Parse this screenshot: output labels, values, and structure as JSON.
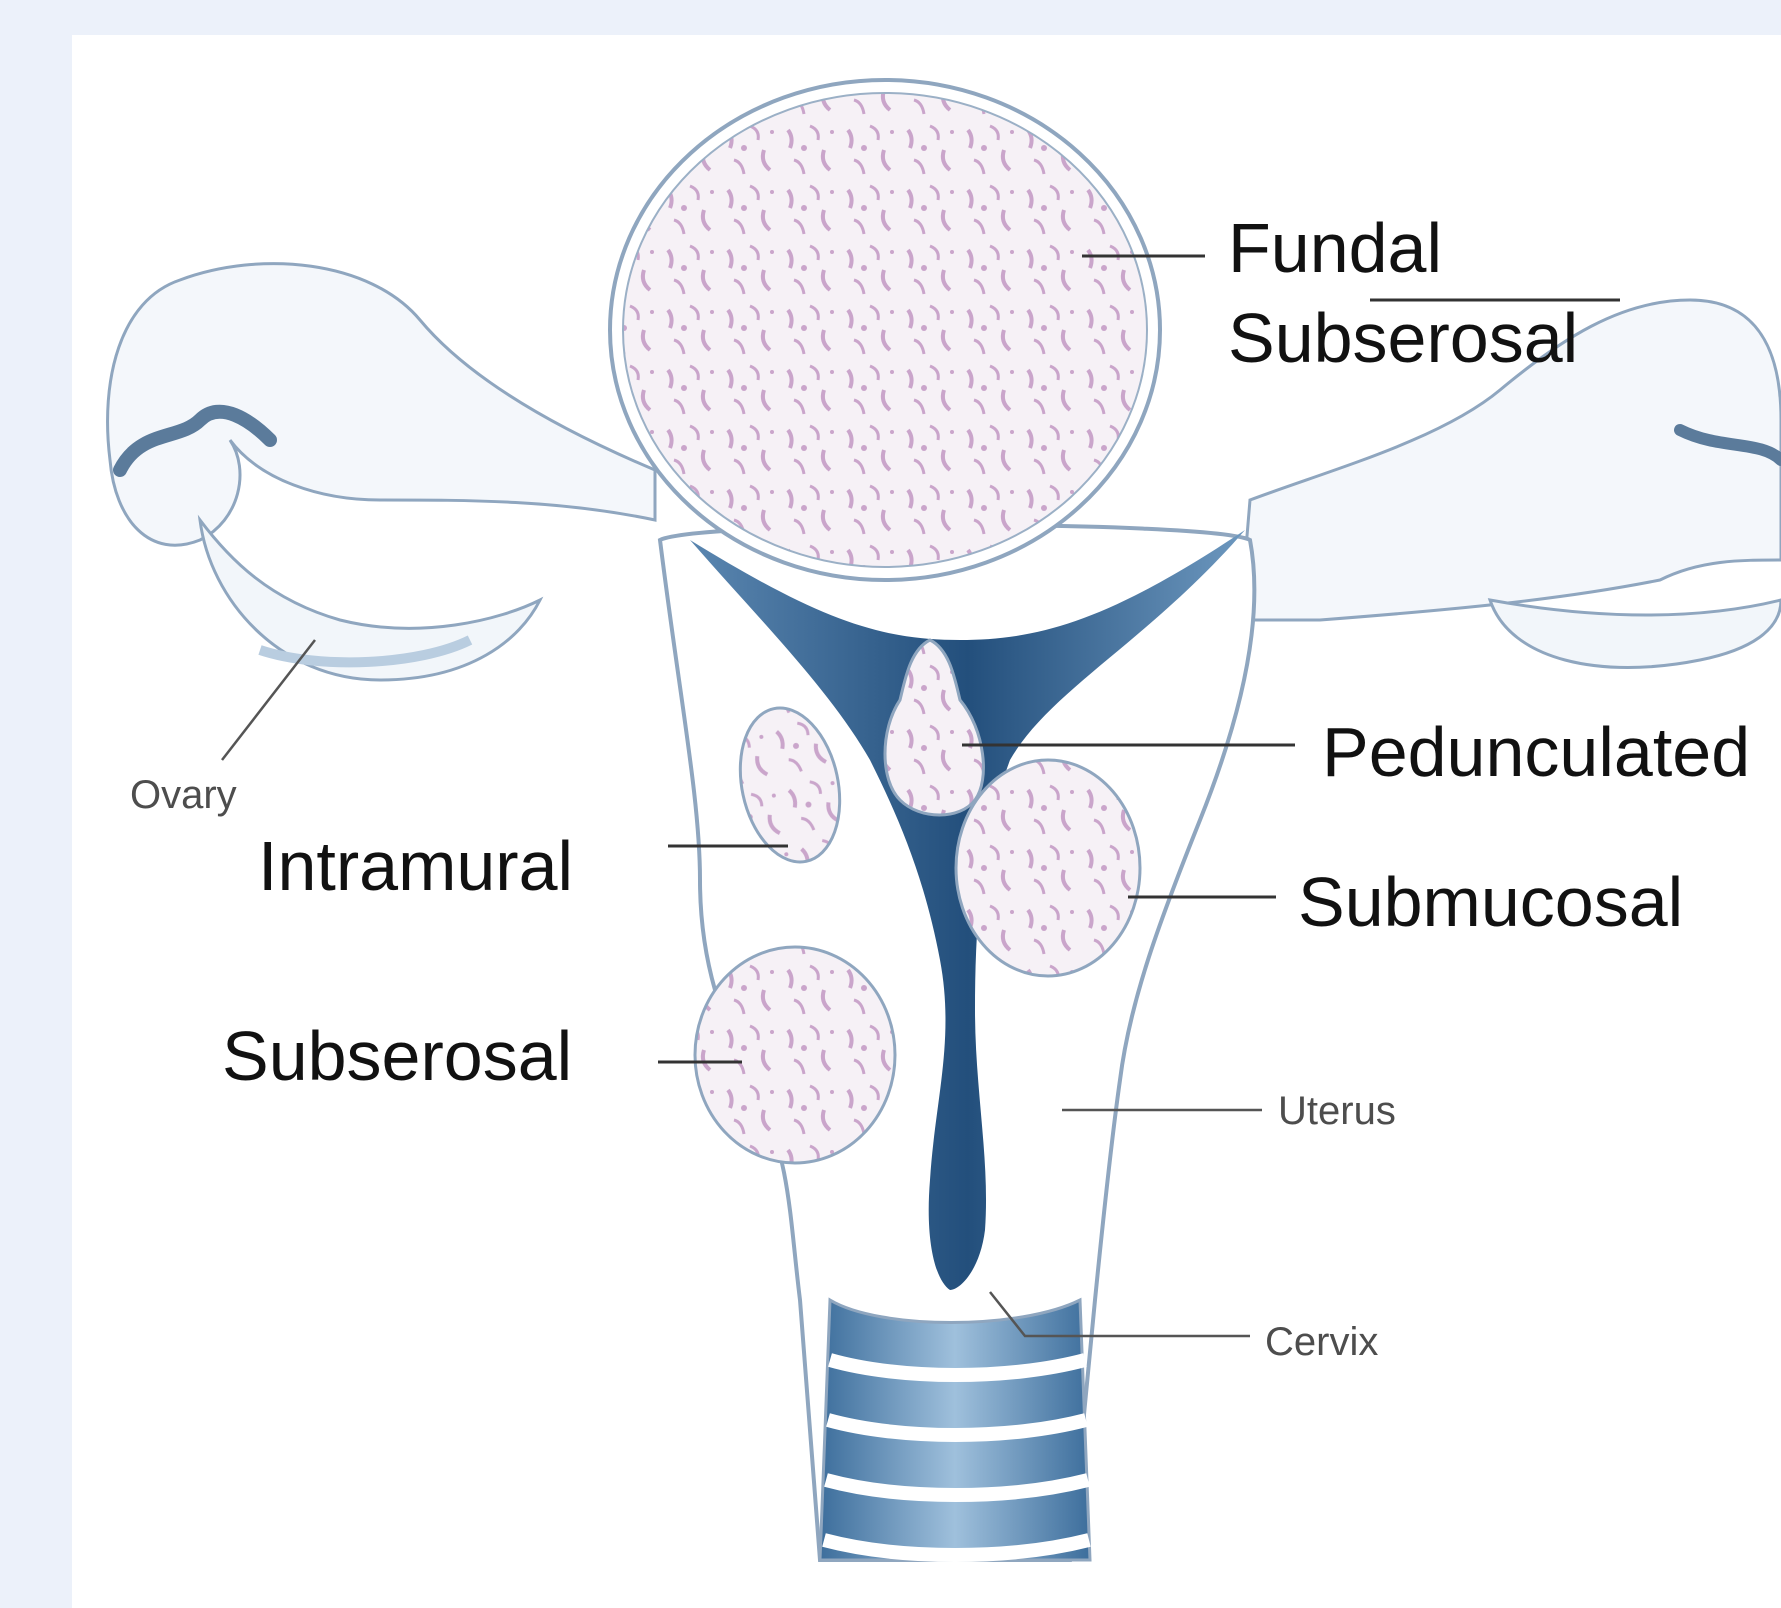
{
  "labels": {
    "fundal_line1": "Fundal",
    "fundal_line2": "Subserosal",
    "pedunculated": "Pedunculated",
    "submucosal": "Submucosal",
    "intramural": "Intramural",
    "subserosal": "Subserosal",
    "ovary": "Ovary",
    "uterus": "Uterus",
    "cervix": "Cervix"
  },
  "colors": {
    "background": "#ecf1fa",
    "panel": "#ffffff",
    "cavity_blue": "#2f5f8f",
    "fibroid_fill": "#f4eef4",
    "fibroid_texture": "#c9a6c9",
    "outline": "#8fa6bf"
  }
}
